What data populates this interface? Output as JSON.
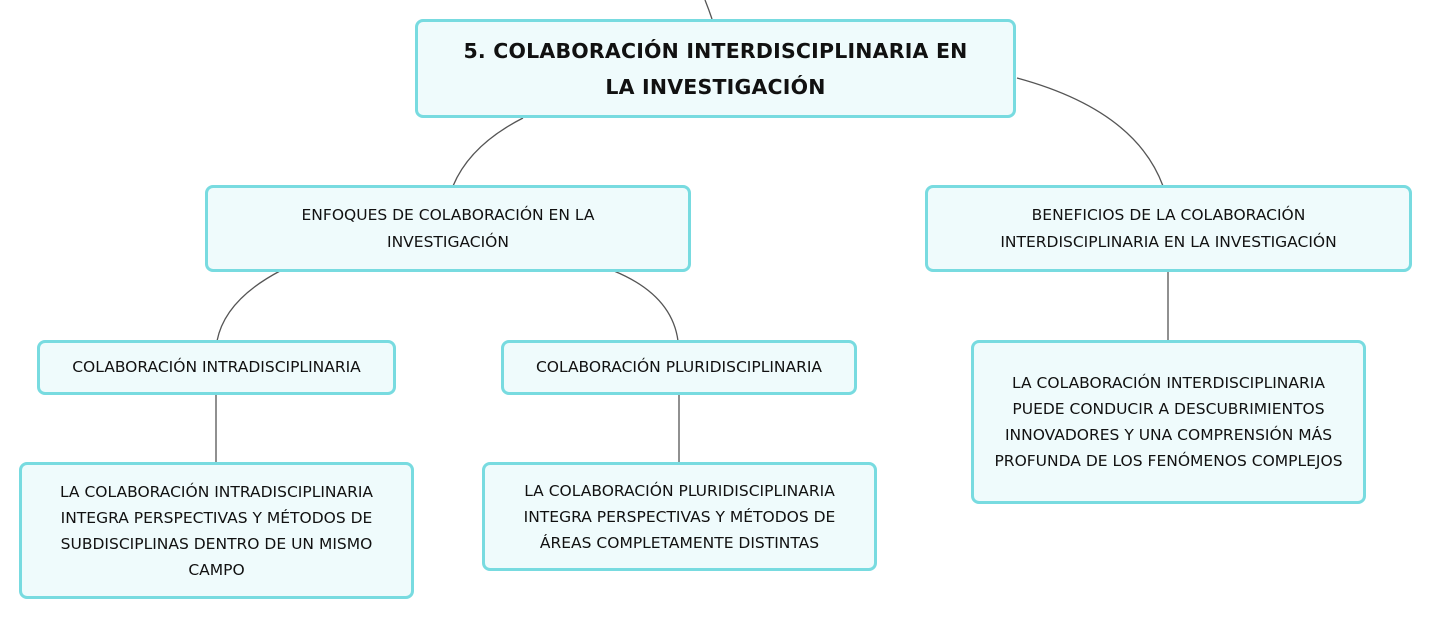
{
  "colors": {
    "node_fill": "#effbfc",
    "node_border": "#78dbe0",
    "connector": "#555555",
    "text": "#111111"
  },
  "root": {
    "label": "5. COLABORACIÓN INTERDISCIPLINARIA EN LA INVESTIGACIÓN"
  },
  "approaches": {
    "label": "ENFOQUES DE COLABORACIÓN EN LA INVESTIGACIÓN",
    "intradisciplinary": {
      "label": "COLABORACIÓN INTRADISCIPLINARIA",
      "detail": "LA COLABORACIÓN INTRADISCIPLINARIA INTEGRA PERSPECTIVAS Y MÉTODOS DE SUBDISCIPLINAS DENTRO DE UN MISMO CAMPO"
    },
    "pluridisciplinary": {
      "label": "COLABORACIÓN PLURIDISCIPLINARIA",
      "detail": "LA COLABORACIÓN PLURIDISCIPLINARIA INTEGRA PERSPECTIVAS Y MÉTODOS DE ÁREAS COMPLETAMENTE DISTINTAS"
    }
  },
  "benefits": {
    "label": "BENEFICIOS DE LA COLABORACIÓN INTERDISCIPLINARIA EN LA INVESTIGACIÓN",
    "detail": "LA COLABORACIÓN INTERDISCIPLINARIA PUEDE CONDUCIR A DESCUBRIMIENTOS INNOVADORES Y UNA COMPRENSIÓN MÁS PROFUNDA DE LOS FENÓMENOS COMPLEJOS"
  }
}
